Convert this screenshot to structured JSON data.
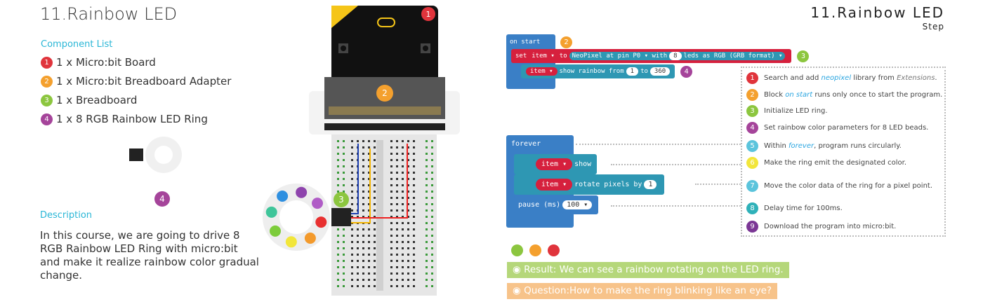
{
  "left": {
    "title": "11.Rainbow LED",
    "component_heading": "Component List",
    "components": [
      {
        "num": "1",
        "label": "1 x Micro:bit Board",
        "color": "#e0343c"
      },
      {
        "num": "2",
        "label": "1 x Micro:bit Breadboard Adapter",
        "color": "#f4a02e"
      },
      {
        "num": "3",
        "label": "1 x Breadboard",
        "color": "#8cc63f"
      },
      {
        "num": "4",
        "label": "1 x 8 RGB Rainbow LED Ring",
        "color": "#a5449a"
      }
    ],
    "ring_badge": "4",
    "description_heading": "Description",
    "description": "In this course, we are going to drive 8 RGB Rainbow LED Ring with micro:bit and make it realize rainbow color gradual change."
  },
  "diagram": {
    "badges": [
      "1",
      "2",
      "3"
    ]
  },
  "right": {
    "title": "11.Rainbow LED",
    "subtitle": "Step",
    "on_start": {
      "hat": "on start",
      "badge2": "2",
      "badge3": "3",
      "badge4": "4",
      "set": "set",
      "var": "item ▾",
      "to": "to",
      "neopixel": "NeoPixel at pin",
      "pin": "P0 ▾",
      "with": "with",
      "leds": "8",
      "leds_as": "leds as",
      "format": "RGB (GRB format) ▾",
      "show_rainbow": "show rainbow from",
      "from": "1",
      "to2": "to",
      "to_val": "360"
    },
    "forever": {
      "hat": "forever",
      "var": "item ▾",
      "show": "show",
      "rotate": "rotate pixels by",
      "rotate_val": "1",
      "pause": "pause (ms)",
      "pause_val": "100 ▾"
    },
    "steps": [
      {
        "num": "1",
        "color": "#e0343c",
        "pre": "Search and add ",
        "hl": "neopixel",
        "mid": " library from ",
        "it": "Extensions",
        "post": "."
      },
      {
        "num": "2",
        "color": "#f4a02e",
        "pre": "Block ",
        "hl": "on start",
        "post": " runs only once to start the program."
      },
      {
        "num": "3",
        "color": "#8cc63f",
        "pre": "Initialize LED ring."
      },
      {
        "num": "4",
        "color": "#a5449a",
        "pre": "Set rainbow color parameters for 8 LED beads."
      },
      {
        "num": "5",
        "color": "#5bc4dc",
        "pre": "Within ",
        "hl": "forever",
        "post": ", program runs circularly."
      },
      {
        "num": "6",
        "color": "#f2e63a",
        "pre": "Make the ring emit the designated color."
      },
      {
        "num": "7",
        "color": "#5bc4dc",
        "pre": "Move the color data of the ring for a pixel point."
      },
      {
        "num": "8",
        "color": "#2fb1b9",
        "pre": "Delay time for 100ms."
      },
      {
        "num": "9",
        "color": "#7b3795",
        "pre": "Download the program into micro:bit."
      }
    ],
    "result": "Result: We can see a rainbow rotating on the LED ring.",
    "question": "Question:How to make the ring blinking like an eye?",
    "colors": {
      "block_blue": "#3a7fc6",
      "block_teal": "#2e97b3",
      "block_red": "#d6203d",
      "result": "#b5d77a",
      "question": "#f7c38a"
    }
  }
}
